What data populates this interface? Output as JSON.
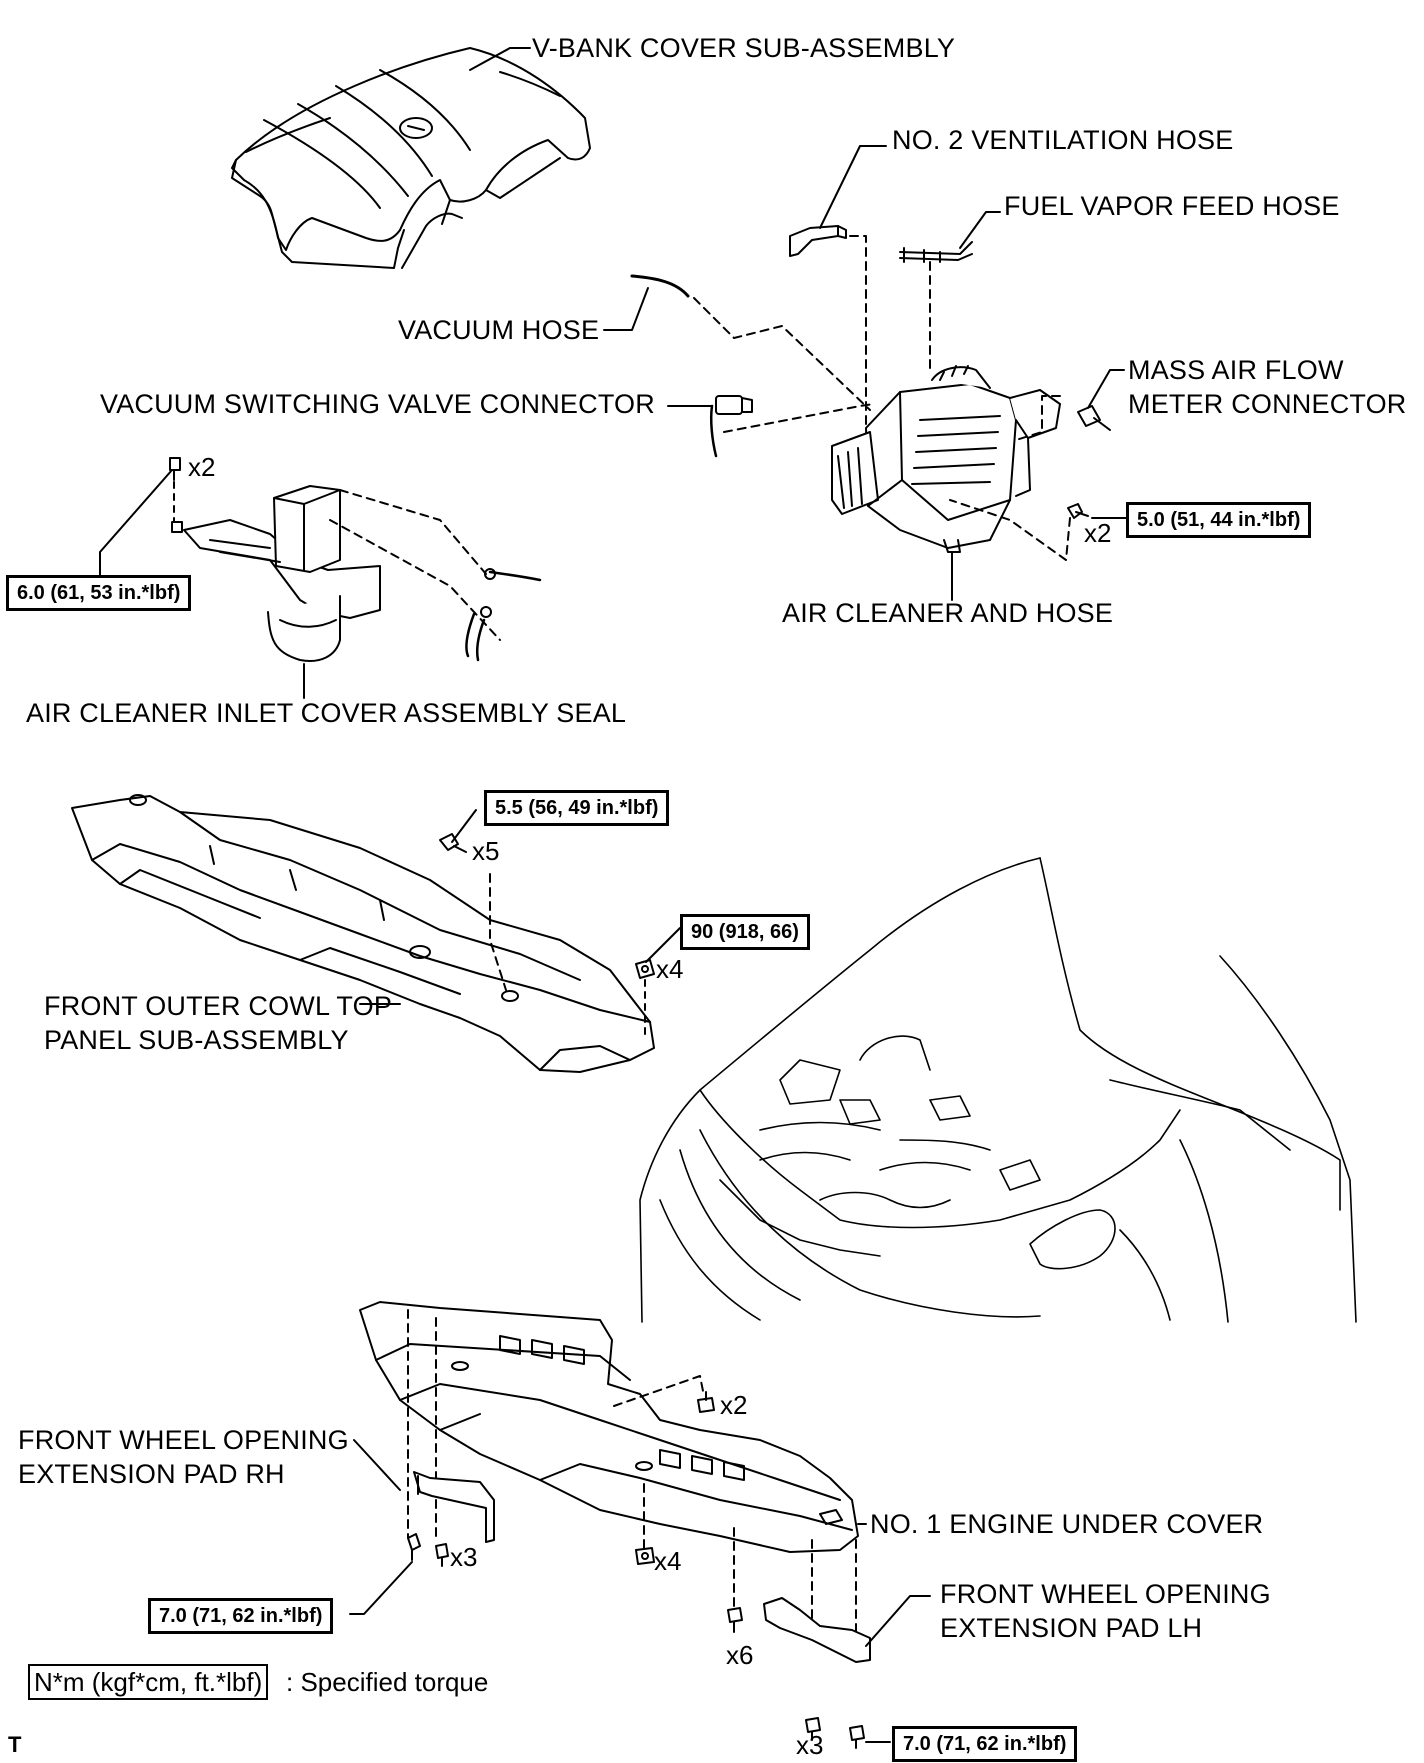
{
  "parts": {
    "v_bank_cover": "V-BANK COVER SUB-ASSEMBLY",
    "no2_ventilation_hose": "NO. 2 VENTILATION HOSE",
    "fuel_vapor_feed_hose": "FUEL VAPOR FEED HOSE",
    "vacuum_hose": "VACUUM HOSE",
    "vacuum_switching_valve_connector": "VACUUM SWITCHING VALVE CONNECTOR",
    "mass_air_flow_line1": "MASS AIR FLOW",
    "mass_air_flow_line2": "METER CONNECTOR",
    "air_cleaner_and_hose": "AIR CLEANER AND HOSE",
    "inlet_cover_seal": "AIR CLEANER INLET COVER ASSEMBLY SEAL",
    "cowl_line1": "FRONT OUTER COWL TOP",
    "cowl_line2": "PANEL SUB-ASSEMBLY",
    "pad_rh_line1": "FRONT WHEEL OPENING",
    "pad_rh_line2": "EXTENSION PAD RH",
    "engine_under_cover": "NO. 1 ENGINE UNDER COVER",
    "pad_lh_line1": "FRONT WHEEL OPENING",
    "pad_lh_line2": "EXTENSION PAD LH"
  },
  "torques": {
    "air_cleaner": "5.0 (51, 44 in.*lbf)",
    "inlet_cover": "6.0 (61, 53 in.*lbf)",
    "cowl_bolt": "5.5 (56, 49 in.*lbf)",
    "cowl_nut": "90 (918, 66)",
    "pad_rh": "7.0 (71, 62 in.*lbf)",
    "pad_lh": "7.0 (71, 62 in.*lbf)"
  },
  "quantities": {
    "inlet_cover_bolts": "x2",
    "air_cleaner_bolts": "x2",
    "cowl_bolts": "x5",
    "cowl_nuts": "x4",
    "under_cover_top": "x2",
    "pad_rh_clips": "x3",
    "under_cover_center": "x4",
    "under_cover_rear": "x6",
    "pad_lh_clips": "x3"
  },
  "legend": {
    "unit": "N*m (kgf*cm, ft.*lbf)",
    "description": ": Specified torque"
  },
  "corner_mark": "T"
}
